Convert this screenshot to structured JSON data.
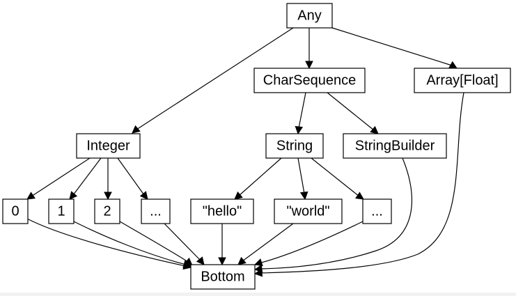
{
  "diagram": {
    "nodes": {
      "any": "Any",
      "charsequence": "CharSequence",
      "array_float": "Array[Float]",
      "integer": "Integer",
      "string": "String",
      "stringbuilder": "StringBuilder",
      "int_0": "0",
      "int_1": "1",
      "int_2": "2",
      "int_more": "...",
      "str_hello": "\"hello\"",
      "str_world": "\"world\"",
      "str_more": "...",
      "bottom": "Bottom"
    },
    "edges": [
      [
        "any",
        "integer"
      ],
      [
        "any",
        "charsequence"
      ],
      [
        "any",
        "array_float"
      ],
      [
        "charsequence",
        "string"
      ],
      [
        "charsequence",
        "stringbuilder"
      ],
      [
        "integer",
        "int_0"
      ],
      [
        "integer",
        "int_1"
      ],
      [
        "integer",
        "int_2"
      ],
      [
        "integer",
        "int_more"
      ],
      [
        "string",
        "str_hello"
      ],
      [
        "string",
        "str_world"
      ],
      [
        "string",
        "str_more"
      ],
      [
        "int_0",
        "bottom"
      ],
      [
        "int_1",
        "bottom"
      ],
      [
        "int_2",
        "bottom"
      ],
      [
        "int_more",
        "bottom"
      ],
      [
        "str_hello",
        "bottom"
      ],
      [
        "str_world",
        "bottom"
      ],
      [
        "str_more",
        "bottom"
      ],
      [
        "stringbuilder",
        "bottom"
      ],
      [
        "array_float",
        "bottom"
      ]
    ]
  }
}
